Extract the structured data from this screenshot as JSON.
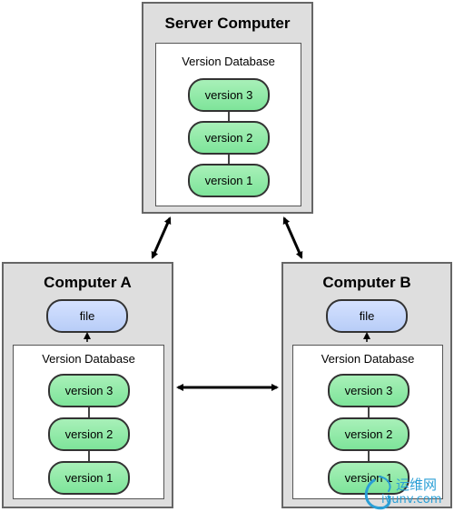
{
  "server": {
    "title": "Server Computer",
    "database_label": "Version Database",
    "versions": [
      "version 3",
      "version 2",
      "version 1"
    ]
  },
  "computer_a": {
    "title": "Computer A",
    "file_label": "file",
    "database_label": "Version Database",
    "versions": [
      "version 3",
      "version 2",
      "version 1"
    ]
  },
  "computer_b": {
    "title": "Computer B",
    "file_label": "file",
    "database_label": "Version Database",
    "versions": [
      "version 3",
      "version 2",
      "version 1"
    ]
  },
  "watermark": {
    "line1": "运维网",
    "line2": "iyunv.com"
  },
  "colors": {
    "version_fill": "#8feaa8",
    "file_fill": "#c6d7fb",
    "box_fill": "#dedede",
    "watermark": "#2a9fd6"
  }
}
